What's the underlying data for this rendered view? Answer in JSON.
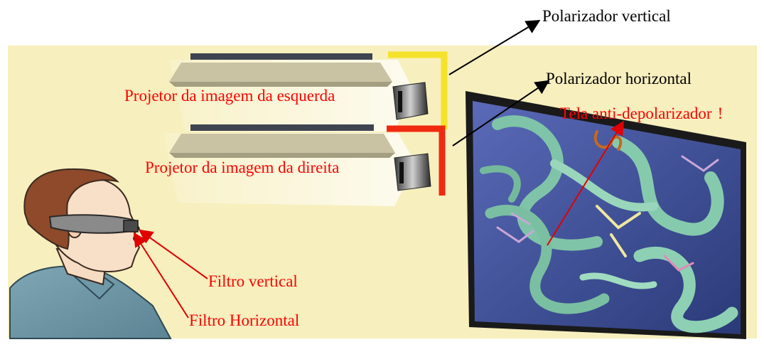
{
  "labels": {
    "polarizador_vertical": "Polarizador vertical",
    "polarizador_horizontal": "Polarizador horizontal",
    "projetor_esquerda": "Projetor da imagem da esquerda",
    "projetor_direita": "Projetor da imagem da direita",
    "tela": "Tela anti-depolarizador",
    "tela_exclamation": "!",
    "filtro_vertical": "Filtro vertical",
    "filtro_horizontal": "Filtro Horizontal"
  },
  "colors": {
    "background_panel": "#f7efbe",
    "label_red": "#ff0000",
    "label_black": "#000000",
    "vertical_polarizer": "#f5e22a",
    "horizontal_polarizer": "#f02a10",
    "screen_frame": "#1a1a1a",
    "screen_bg": "#4a5aa0",
    "strand": "#7fc4a8"
  }
}
